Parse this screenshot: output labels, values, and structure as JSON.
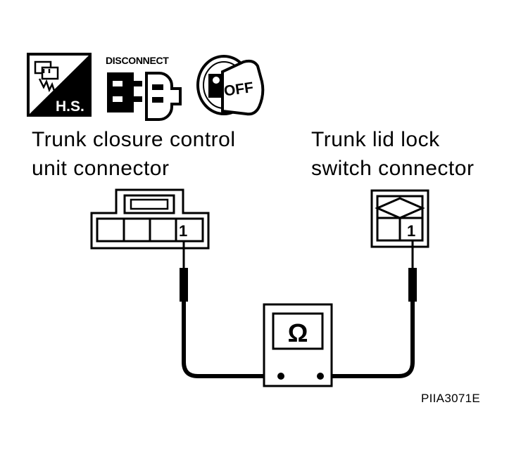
{
  "icons": {
    "harness_icon": {
      "name": "harness-hs-icon",
      "text": "H.S."
    },
    "disconnect_icon": {
      "name": "disconnect-icon",
      "text": "DISCONNECT"
    },
    "ignition_icon": {
      "name": "ignition-off-icon",
      "text": "OFF"
    }
  },
  "left_connector": {
    "title_line1": "Trunk closure control",
    "title_line2": "unit connector",
    "pin": "1"
  },
  "right_connector": {
    "title_line1": "Trunk lid lock",
    "title_line2": "switch connector",
    "pin": "1"
  },
  "meter": {
    "symbol": "Ω",
    "icon": "ohmmeter-icon"
  },
  "figure_code": "PIIA3071E"
}
